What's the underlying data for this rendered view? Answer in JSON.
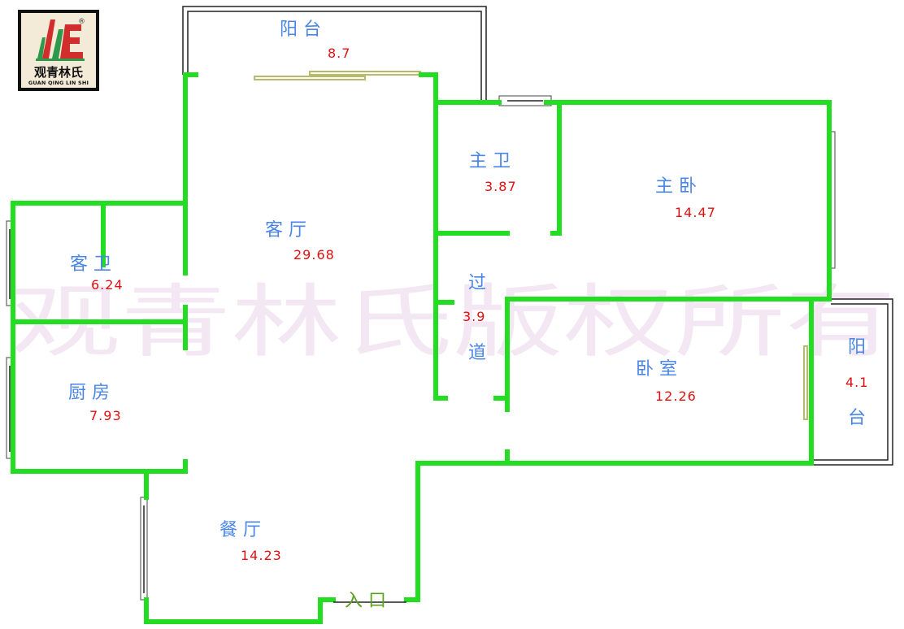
{
  "logo": {
    "name_cn": "观青林氏",
    "name_en": "GUAN QING LIN SHI",
    "reg_mark": "®"
  },
  "watermark": "观青林氏版权所有",
  "entry": "入  口",
  "rooms": {
    "balcony_top": {
      "name": "阳          台",
      "area": "8.7"
    },
    "master_bath": {
      "name": "主  卫",
      "area": "3.87"
    },
    "master_bedroom": {
      "name": "主    卧",
      "area": "14.47"
    },
    "living_room": {
      "name": "客          厅",
      "area": "29.68"
    },
    "guest_bath": {
      "name": "客  卫",
      "area": "6.24"
    },
    "corridor": {
      "name_1": "过",
      "area": "3.9",
      "name_2": "道"
    },
    "bedroom": {
      "name": "卧      室",
      "area": "12.26"
    },
    "balcony_right": {
      "name_1": "阳",
      "area": "4.1",
      "name_2": "台"
    },
    "kitchen": {
      "name": "厨    房",
      "area": "7.93"
    },
    "dining_room": {
      "name": "餐        厅",
      "area": "14.23"
    }
  },
  "colors": {
    "wall": "#22dd22",
    "room_name": "#4a86e8",
    "area": "#e01010",
    "entry": "#5aa11d",
    "watermark": "#ead4ea"
  }
}
